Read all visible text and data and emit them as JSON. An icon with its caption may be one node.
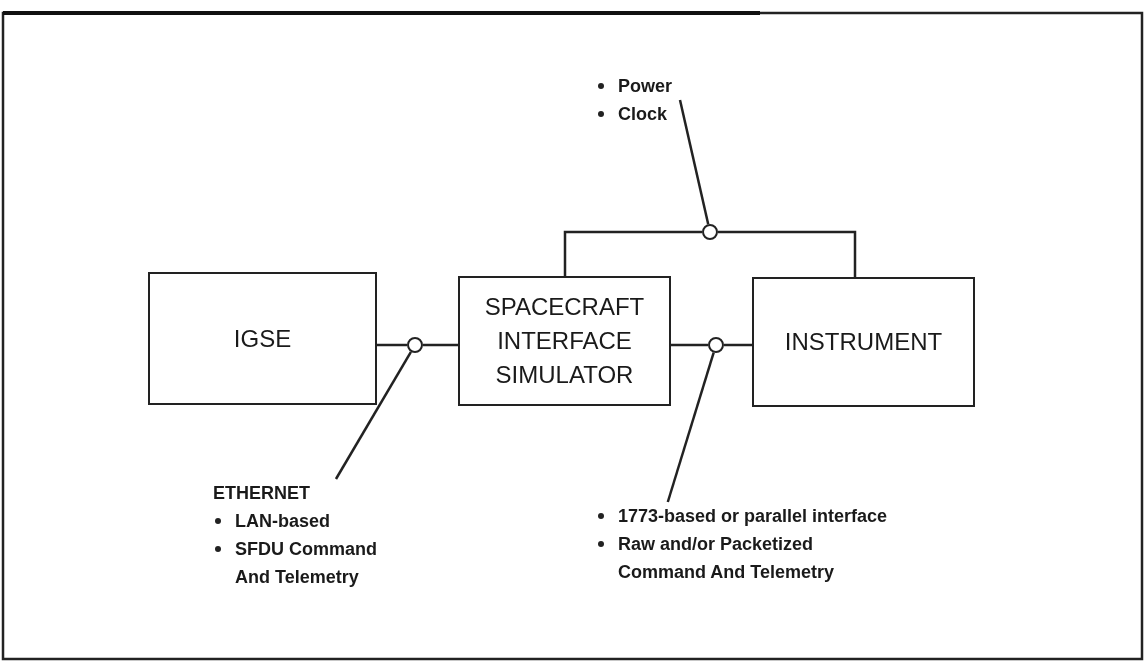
{
  "diagram": {
    "nodes": [
      {
        "text": [
          "Power",
          "Clock"
        ]
      },
      {
        "text": [],
        "shape": "circle"
      },
      {
        "text": [
          "IGSE"
        ]
      },
      {
        "text": [],
        "shape": "circle"
      },
      {
        "text": [
          "SPACECRAFT INTERFACE SIMULATOR"
        ]
      },
      {
        "text": [],
        "shape": "circle"
      },
      {
        "text": [
          "INSTRUMENT"
        ]
      },
      {
        "text": [
          "ETHERNET",
          "LAN-based",
          "SFDU Command And Telemetry"
        ]
      },
      {
        "text": [
          "1773-based or parallel interface",
          "Raw and/or Packetized Command And Telemetry"
        ]
      }
    ],
    "edges": [
      {
        "from": 2,
        "to": 3,
        "arrow": "none"
      },
      {
        "from": 3,
        "to": 4,
        "arrow": "none"
      },
      {
        "from": 4,
        "to": 5,
        "arrow": "none"
      },
      {
        "from": 5,
        "to": 6,
        "arrow": "none"
      },
      {
        "from": 4,
        "to": 1,
        "arrow": "none"
      },
      {
        "from": 1,
        "to": 6,
        "arrow": "none"
      },
      {
        "from": 0,
        "to": 1,
        "arrow": "none"
      },
      {
        "from": 7,
        "to": 3,
        "arrow": "none"
      },
      {
        "from": 8,
        "to": 5,
        "arrow": "none"
      }
    ]
  }
}
